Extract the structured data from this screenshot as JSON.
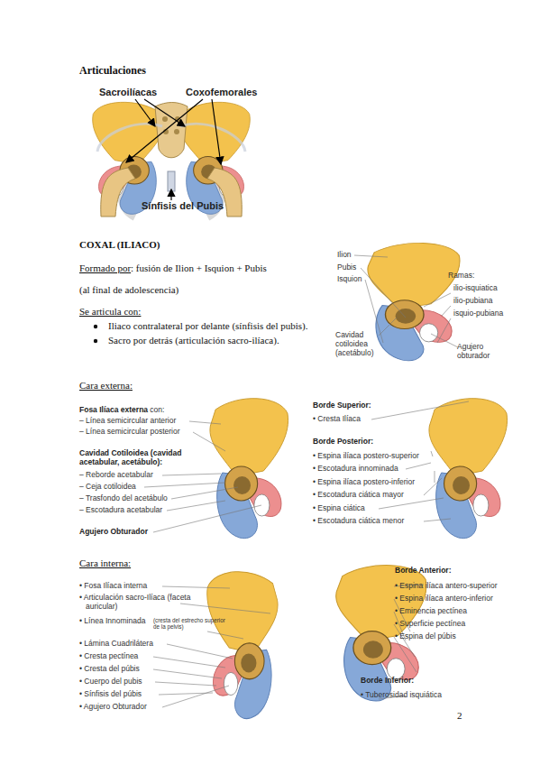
{
  "diagram": {
    "title": "Articulaciones",
    "labels": [
      "Sacroilíacas",
      "Coxofemorales",
      "Sínfisis del Pubis",
      "COXAL (ILIACO)",
      "Formado por",
      ": fusión de Ilion + Isquion + Pubis",
      "(al final de adolescencia)",
      "Se articula con:",
      "Iliaco contralateral por delante (sínfisis del pubis).",
      "Sacro por detrás (articulación sacro-ilíaca).",
      "Ilion",
      "Pubis",
      "Isquion",
      "Ramas:",
      "ilio-isquiatica",
      "ilio-pubiana",
      "isquio-pubiana",
      "Cavidad cotiloidea (acetábulo)",
      "Agujero obturador",
      "Cara externa:",
      "Fosa Ilíaca externa",
      " con:",
      "– Línea semicircular anterior",
      "– Línea semicircular posterior",
      "Cavidad Cotiloidea (cavidad acetabular, acetábulo):",
      "– Reborde acetabular",
      "– Ceja cotiloidea",
      "– Trasfondo del acetábulo",
      "– Escotadura acetabular",
      "Agujero Obturador",
      "Borde Superior:",
      "• Cresta Ilíaca",
      "Borde Posterior:",
      "• Espina ilíaca postero-superior",
      "• Escotadura innominada",
      "• Espina ilíaca postero-inferior",
      "• Escotadura ciática mayor",
      "• Espina ciática",
      "• Escotadura ciática menor",
      "Cara interna:",
      "• Fosa Ilíaca interna",
      "• Articulación sacro-Ilíaca (faceta auricular)",
      "• Línea Innominada",
      "(cresta del estrecho superior de la pelvis)",
      "• Lámina Cuadrilátera",
      "• Cresta pectínea",
      "• Cresta del púbis",
      "• Cuerpo del pubis",
      "• Sínfisis del púbis",
      "• Agujero Obturador",
      "Borde Anterior:",
      "• Espina ilíaca antero-superior",
      "• Espina ilíaca antero-inferior",
      "• Eminencia pectínea",
      "• Superficie pectínea",
      "• Espina del púbis",
      "Borde Inferior:",
      "• Tuberosidad isquiática",
      "2"
    ]
  }
}
